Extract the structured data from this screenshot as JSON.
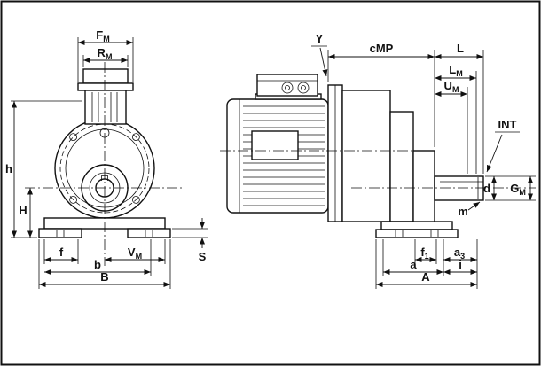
{
  "diagram": {
    "background": "#ffffff",
    "line_color": "#111111",
    "border_color": "#111111"
  },
  "labels": {
    "fm": {
      "main": "F",
      "sub": "M"
    },
    "rm": {
      "main": "R",
      "sub": "M"
    },
    "h": {
      "main": "h"
    },
    "H": {
      "main": "H"
    },
    "f": {
      "main": "f"
    },
    "vm": {
      "main": "V",
      "sub": "M"
    },
    "b": {
      "main": "b"
    },
    "B": {
      "main": "B"
    },
    "s": {
      "main": "S"
    },
    "y": {
      "main": "Y"
    },
    "cmp": {
      "main": "cMP"
    },
    "l": {
      "main": "L"
    },
    "lm": {
      "main": "L",
      "sub": "M"
    },
    "um": {
      "main": "U",
      "sub": "M"
    },
    "int": {
      "main": "INT"
    },
    "gm": {
      "main": "G",
      "sub": "M"
    },
    "d": {
      "main": "d"
    },
    "m": {
      "main": "m"
    },
    "f1": {
      "main": "f",
      "sub": "1"
    },
    "a3": {
      "main": "a",
      "sub": "3"
    },
    "a": {
      "main": "a"
    },
    "i": {
      "main": "i"
    },
    "A": {
      "main": "A"
    }
  }
}
